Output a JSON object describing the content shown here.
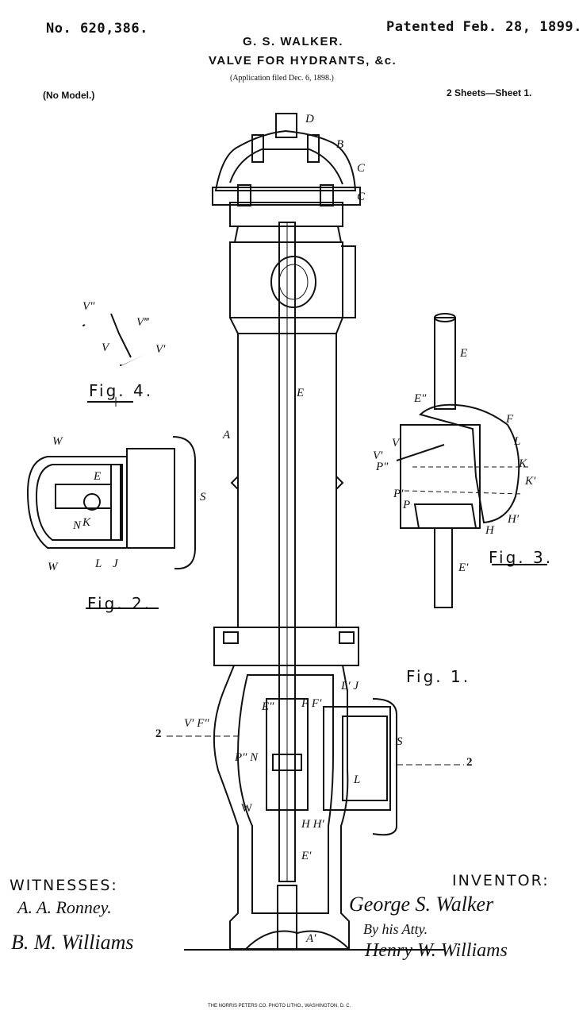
{
  "header": {
    "patent_number": "No. 620,386.",
    "patented_date": "Patented Feb. 28, 1899.",
    "inventor_name": "G. S. WALKER.",
    "title": "VALVE FOR HYDRANTS, &c.",
    "application": "(Application filed Dec. 6, 1898.)",
    "model": "(No Model.)",
    "sheets": "2 Sheets—Sheet 1."
  },
  "figures": {
    "fig1": "Fig. 1.",
    "fig2": "Fig. 2.",
    "fig3": "Fig. 3.",
    "fig4": "Fig. 4."
  },
  "labels": {
    "D": "D",
    "B": "B",
    "C1": "C",
    "C2": "C",
    "A": "A",
    "E_main": "E",
    "E_fig3": "E",
    "E_double_fig3": "E″",
    "F_fig3": "F",
    "L_fig3": "L",
    "K_fig3": "K",
    "K_prime_fig3": "K′",
    "H_fig3": "H",
    "H_prime_fig3": "H′",
    "E_prime_fig3": "E′",
    "P_double_fig3": "P″",
    "P_fig3": "P",
    "P_prime_fig3": "P′",
    "V_fig3": "V",
    "V_prime_fig3": "V′",
    "V_double_fig4": "V″",
    "V_triple_fig4": "V‴",
    "V_fig4": "V",
    "V_prime_fig4": "V′",
    "W_fig2_top": "W",
    "W_fig2_bottom": "W",
    "N_fig2": "N",
    "K_fig2": "K",
    "E_fig2": "E",
    "L_fig2": "L",
    "J_fig2": "J",
    "S_fig2": "S",
    "line2_left": "2",
    "line2_right": "2",
    "V_prime_F": "V′ F″",
    "E_double_main": "E″",
    "FF": "F F′",
    "L_prime_J": "L′ J",
    "S_main": "S",
    "W_main": "W",
    "P_N": "P″ N",
    "L_main": "L",
    "H_H_prime": "H H′",
    "E_prime_main": "E′",
    "A_prime": "A′"
  },
  "witnesses": {
    "heading": "WITNESSES:",
    "signature1": "A. A. Ronney.",
    "signature2": "B. M. Williams"
  },
  "inventor": {
    "heading": "INVENTOR:",
    "signature": "George S. Walker",
    "by": "By his Atty.",
    "attorney": "Henry W. Williams"
  },
  "footer": {
    "engraver": "THE NORRIS PETERS CO. PHOTO LITHO., WASHINGTON, D. C."
  }
}
